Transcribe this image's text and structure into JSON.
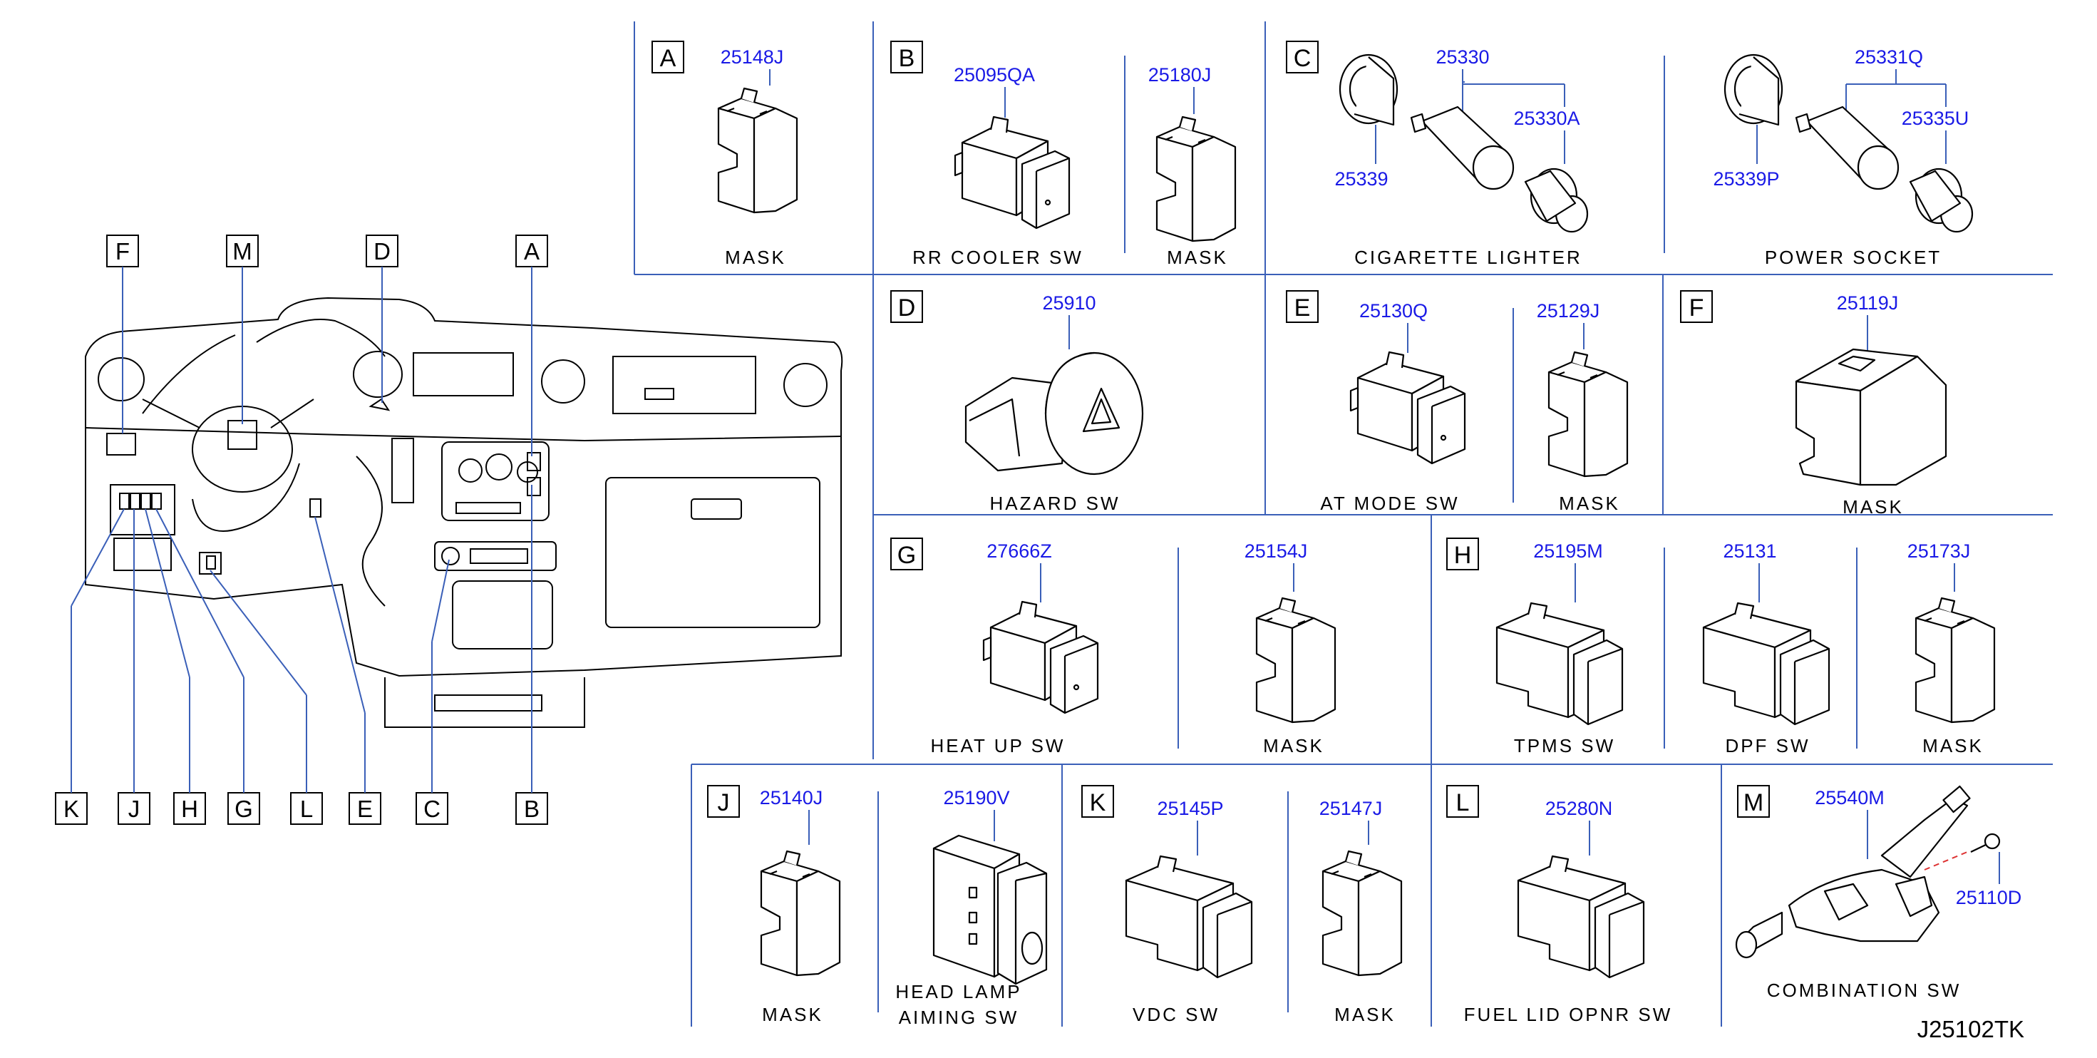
{
  "drawing_code": "J25102TK",
  "overview": {
    "callouts_top": [
      "F",
      "M",
      "D",
      "A"
    ],
    "callouts_bottom": [
      "K",
      "J",
      "H",
      "G",
      "L",
      "E",
      "C",
      "B"
    ]
  },
  "panels": {
    "A": {
      "letter": "A",
      "parts": [
        {
          "number": "25148J",
          "label": "MASK"
        }
      ]
    },
    "B": {
      "letter": "B",
      "parts": [
        {
          "number": "25095QA",
          "label": "RR   COOLER   SW"
        },
        {
          "number": "25180J",
          "label": "MASK"
        }
      ]
    },
    "C": {
      "letter": "C",
      "parts": [
        {
          "number": "25330"
        },
        {
          "number": "25330A"
        },
        {
          "number": "25339"
        },
        {
          "number": "25331Q"
        },
        {
          "number": "25335U"
        },
        {
          "number": "25339P"
        }
      ],
      "label_left": "CIGARETTE   LIGHTER",
      "label_right": "POWER   SOCKET"
    },
    "D": {
      "letter": "D",
      "parts": [
        {
          "number": "25910",
          "label": "HAZARD   SW"
        }
      ]
    },
    "E": {
      "letter": "E",
      "parts": [
        {
          "number": "25130Q",
          "label": "AT   MODE   SW"
        },
        {
          "number": "25129J",
          "label": "MASK"
        }
      ]
    },
    "F": {
      "letter": "F",
      "parts": [
        {
          "number": "25119J",
          "label": "MASK"
        }
      ]
    },
    "G": {
      "letter": "G",
      "parts": [
        {
          "number": "27666Z",
          "label": "HEAT   UP   SW"
        },
        {
          "number": "25154J",
          "label": "MASK"
        }
      ]
    },
    "H": {
      "letter": "H",
      "parts": [
        {
          "number": "25195M",
          "label": "TPMS   SW"
        },
        {
          "number": "25131",
          "label": "DPF   SW"
        },
        {
          "number": "25173J",
          "label": "MASK"
        }
      ]
    },
    "J": {
      "letter": "J",
      "parts": [
        {
          "number": "25140J",
          "label": "MASK"
        },
        {
          "number": "25190V",
          "label_line1": "HEAD   LAMP",
          "label_line2": "AIMING   SW"
        }
      ]
    },
    "K": {
      "letter": "K",
      "parts": [
        {
          "number": "25145P",
          "label": "VDC   SW"
        },
        {
          "number": "25147J",
          "label": "MASK"
        }
      ]
    },
    "L": {
      "letter": "L",
      "parts": [
        {
          "number": "25280N",
          "label": "FUEL   LID   OPNR   SW"
        }
      ]
    },
    "M": {
      "letter": "M",
      "parts": [
        {
          "number": "25540M",
          "label": "COMBINATION   SW"
        },
        {
          "number": "25110D"
        }
      ]
    }
  }
}
